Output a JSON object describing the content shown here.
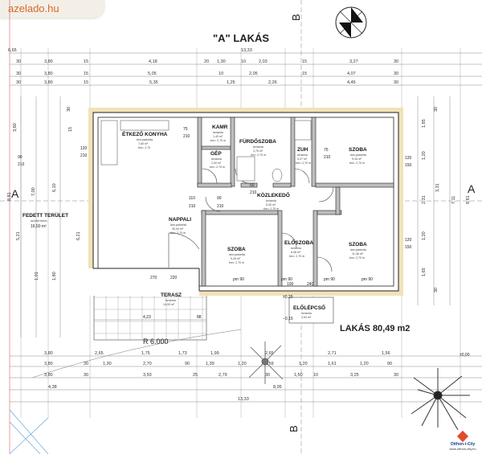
{
  "watermark": "azelado.hu",
  "plan": {
    "title": "\"A\" LAKÁS",
    "area_label": "LAKÁS 80,49 m2",
    "radius_label": "R 6.000",
    "section_a": "A",
    "section_b": "B",
    "elev_mark": "±0,00",
    "brand": "Otthon-i-City",
    "brand_sub": "www.otthon-city.hu",
    "rooms": [
      {
        "key": "etkezo",
        "name": "ÉTKEZŐ KONYHA",
        "sub1": "kerr.parketta",
        "sub2": "7,60 m²",
        "sub3": "bm= 2,70"
      },
      {
        "key": "kamra",
        "name": "KAMR",
        "sub1": "kerámia",
        "sub2": "1,40 m²",
        "sub3": "bm= 2,70 m"
      },
      {
        "key": "furdo",
        "name": "FÜRDŐSZOBA",
        "sub1": "kerámia",
        "sub2": "3,75 m²",
        "sub3": "bm= 2,70 m"
      },
      {
        "key": "zuh",
        "name": "ZUH",
        "sub1": "kerámia",
        "sub2": "3,27 m²",
        "sub3": "bm= 2,70 m"
      },
      {
        "key": "szoba1",
        "name": "SZOBA",
        "sub1": "lam.parketta",
        "sub2": "9,34 m²",
        "sub3": "bm= 2,70 m"
      },
      {
        "key": "gep",
        "name": "GÉP",
        "sub1": "kerámia",
        "sub2": "2,00 m²",
        "sub3": "bm= 2,70 m"
      },
      {
        "key": "kozlekedo",
        "name": "KÖZLEKEDŐ",
        "sub1": "kerámia",
        "sub2": "5,00 m²",
        "sub3": "bm= 2,70 m"
      },
      {
        "key": "nappali",
        "name": "NAPPALI",
        "sub1": "lam.parketta",
        "sub2": "30,94 m²",
        "sub3": "bm= 2,70 m"
      },
      {
        "key": "fedett",
        "name": "FEDETT TERÜLET",
        "sub1": "szórált beton",
        "sub2": "16,50 m²",
        "sub3": ""
      },
      {
        "key": "szoba2",
        "name": "SZOBA",
        "sub1": "lam.parketta",
        "sub2": "9,28 m²",
        "sub3": "bm= 2,70 m"
      },
      {
        "key": "eloszoba",
        "name": "ELŐSZOBA",
        "sub1": "kerámia",
        "sub2": "6,08 m²",
        "sub3": "bm= 2,70 m"
      },
      {
        "key": "szoba3",
        "name": "SZOBA",
        "sub1": "lam.parketta",
        "sub2": "11,48 m²",
        "sub3": "bm= 2,70 m"
      },
      {
        "key": "terasz",
        "name": "TERASZ",
        "sub1": "kerámia",
        "sub2": "14,00 m²",
        "sub3": ""
      },
      {
        "key": "eloleposo",
        "name": "ELŐLÉPCSŐ",
        "sub1": "kerámia",
        "sub2": "3,54 m²",
        "sub3": ""
      }
    ],
    "top_dims": {
      "row1": [
        "6,65",
        "13,33"
      ],
      "row2": [
        "30",
        "3,80",
        "15",
        "4,18",
        "20",
        "1,30",
        "10",
        "2,03",
        "15",
        "3,27",
        "30"
      ],
      "row3": [
        "30",
        "3,80",
        "15",
        "5,05",
        "10",
        "2,05",
        "15",
        "4,07",
        "30"
      ],
      "row4": [
        "30",
        "3,80",
        "15",
        "5,35",
        "1,25",
        "2,26",
        "4,45",
        "30"
      ]
    },
    "bottom_dims": {
      "row1": [
        "3,80",
        "2,65",
        "1,75",
        "1,73",
        "1,99",
        "2,65",
        "2,71",
        "1,56"
      ],
      "row2": [
        "3,80",
        "30",
        "1,30",
        "2,70",
        "90",
        "1,39",
        "1,20",
        "1,59",
        "1,20",
        "1,61",
        "1,20",
        "90"
      ],
      "row3": [
        "3,80",
        "30",
        "3,93",
        "25",
        "2,79",
        "30",
        "1,50",
        "10",
        "3,25",
        "30"
      ],
      "row4": [
        "4,38",
        "8,95"
      ],
      "row5": [
        "13,33"
      ]
    },
    "left_dims": [
      "3,60",
      "7,00",
      "6,10",
      "5,21",
      "1,01",
      "1,80",
      "6,21",
      "15",
      "8,81",
      "30"
    ],
    "right_dims": [
      "1,85",
      "1,20",
      "3,31",
      "2,31",
      "1,20",
      "1,65",
      "8,81",
      "7,11",
      "30",
      "30"
    ],
    "openings": [
      "75",
      "210",
      "120",
      "210",
      "90",
      "210",
      "110",
      "210",
      "90",
      "210",
      "60",
      "210",
      "75",
      "210",
      "120",
      "150",
      "120",
      "150",
      "pm 90",
      "pm 90",
      "pm 90",
      "pm 90",
      "270",
      "220",
      "100",
      "240",
      "120",
      "150",
      "120",
      "150"
    ],
    "terasz_dims": [
      "4,23",
      "88",
      "6,00"
    ],
    "eloleposo_dims": [
      "±0,25",
      "−0,15"
    ]
  }
}
